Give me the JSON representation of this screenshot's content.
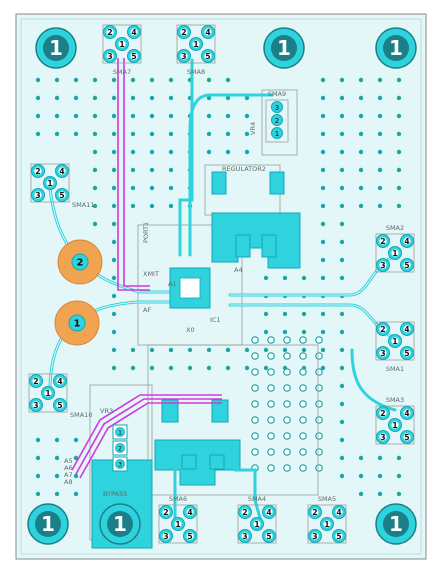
{
  "board": {
    "colors": {
      "background": "#ffffff",
      "board_fill": "#e4f7f8",
      "via": "#18a6a6",
      "copper": "#2fd3dd",
      "copper_dark": "#11a7b7",
      "trace_pink": "#d338dc",
      "pad_orange": "#f0a350",
      "silk": "#9b9b9b",
      "outline": "#8a8a8a",
      "label": "#5f6b6b",
      "pad_text": "#111111",
      "corner_ring": "#1a7f86",
      "corner_fill": "#2fd3dd"
    },
    "mounting_holes": [
      {
        "name": "mount-hole-top-left",
        "label": "1"
      },
      {
        "name": "mount-hole-top-center",
        "label": "1"
      },
      {
        "name": "mount-hole-top-right",
        "label": "1"
      },
      {
        "name": "mount-hole-bottom-left",
        "label": "1"
      },
      {
        "name": "mount-hole-bottom-center",
        "label": "1"
      },
      {
        "name": "mount-hole-bottom-right",
        "label": "1"
      }
    ],
    "sma_pad_labels": {
      "top_left": "2",
      "top_right": "4",
      "center": "1",
      "bottom_left": "3",
      "bottom_right": "5"
    },
    "connectors": [
      {
        "name": "SMA7",
        "label": "SMA7"
      },
      {
        "name": "SMA8",
        "label": "SMA8"
      },
      {
        "name": "SMA11",
        "label": "SMA11"
      },
      {
        "name": "SMA10",
        "label": "SMA10"
      },
      {
        "name": "SMA2",
        "label": "SMA2"
      },
      {
        "name": "SMA1",
        "label": "SMA1"
      },
      {
        "name": "SMA3",
        "label": "SMA3"
      },
      {
        "name": "SMA6",
        "label": "SMA6"
      },
      {
        "name": "SMA4",
        "label": "SMA4"
      },
      {
        "name": "SMA5",
        "label": "SMA5"
      },
      {
        "name": "SMA9",
        "label": "SMA9"
      }
    ],
    "labels": {
      "regulator": "REGULATOR2",
      "header_vr4": "VR4",
      "vr3": "VR3",
      "port": "PORT1",
      "a1": "A1",
      "a4": "A4",
      "a5": "A5",
      "a6": "A6",
      "a7": "A7",
      "a8": "A8",
      "xmit": "XMIT",
      "af": "AF",
      "x0": "X0",
      "bypass": "BYPASS",
      "ic": "IC1"
    },
    "pin_numbers": {
      "p1": "1",
      "p2": "2",
      "p3": "3"
    }
  }
}
